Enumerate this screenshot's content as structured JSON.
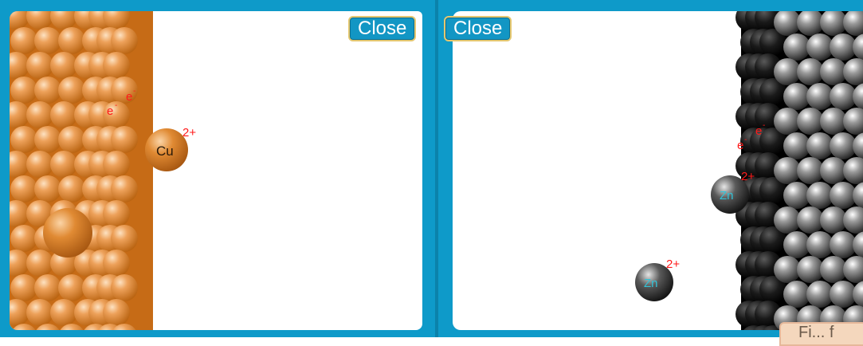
{
  "left_panel": {
    "close_label": "Close",
    "ion": {
      "symbol": "Cu",
      "charge": "2+"
    },
    "electrons": [
      "e",
      "e"
    ],
    "electron_superscript": "-",
    "colors": {
      "metal": "#d9822b",
      "frame": "#0e9ac9"
    }
  },
  "right_panel": {
    "close_label": "Close",
    "ions": [
      {
        "symbol": "Zn",
        "charge": "2+"
      },
      {
        "symbol": "Zn",
        "charge": "2+"
      }
    ],
    "electrons": [
      "e",
      "e"
    ],
    "electron_superscript": "-",
    "colors": {
      "metal": "#4a4a4a",
      "ion_text": "#33c2d6"
    }
  },
  "peek_tab": {
    "label": "Fi... f"
  }
}
